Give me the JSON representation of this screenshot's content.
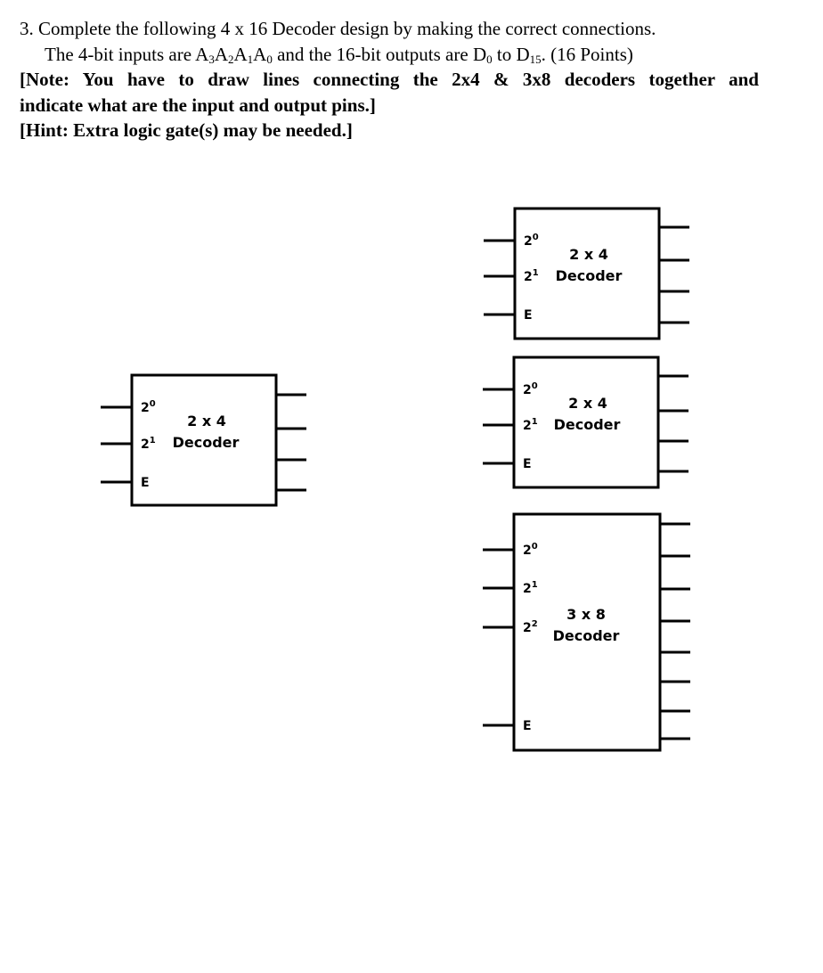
{
  "question": {
    "number": "3.",
    "line1": "Complete the following 4 x 16 Decoder design by making the correct connections.",
    "line2_a": "The 4-bit inputs are A",
    "inputs": [
      {
        "letter": "A",
        "sub": "3"
      },
      {
        "letter": "A",
        "sub": "2"
      },
      {
        "letter": "A",
        "sub": "1"
      },
      {
        "letter": "A",
        "sub": "0"
      }
    ],
    "line2_b": " and the 16-bit outputs are D",
    "out_first_sub": "0",
    "line2_c": " to D",
    "out_last_sub": "15",
    "line2_d": ". (16 Points)",
    "note_line1": "[Note: You have to draw lines connecting the 2x4 & 3x8 decoders together and",
    "note_line2": "indicate what are the input and output pins.]",
    "hint": "[Hint: Extra logic gate(s) may be needed.]"
  },
  "decoders": [
    {
      "id": "left-2x4",
      "size_label": "2 x 4",
      "name_label": "Decoder",
      "pins": [
        {
          "base": "2",
          "exp": "0"
        },
        {
          "base": "2",
          "exp": "1"
        },
        {
          "base": "E",
          "exp": ""
        }
      ],
      "outputs": 4
    },
    {
      "id": "top-2x4",
      "size_label": "2 x 4",
      "name_label": "Decoder",
      "pins": [
        {
          "base": "2",
          "exp": "0"
        },
        {
          "base": "2",
          "exp": "1"
        },
        {
          "base": "E",
          "exp": ""
        }
      ],
      "outputs": 4
    },
    {
      "id": "mid-2x4",
      "size_label": "2 x 4",
      "name_label": "Decoder",
      "pins": [
        {
          "base": "2",
          "exp": "0"
        },
        {
          "base": "2",
          "exp": "1"
        },
        {
          "base": "E",
          "exp": ""
        }
      ],
      "outputs": 4
    },
    {
      "id": "bottom-3x8",
      "size_label": "3 x 8",
      "name_label": "Decoder",
      "pins": [
        {
          "base": "2",
          "exp": "0"
        },
        {
          "base": "2",
          "exp": "1"
        },
        {
          "base": "2",
          "exp": "2"
        },
        {
          "base": "E",
          "exp": ""
        }
      ],
      "outputs": 8
    }
  ]
}
